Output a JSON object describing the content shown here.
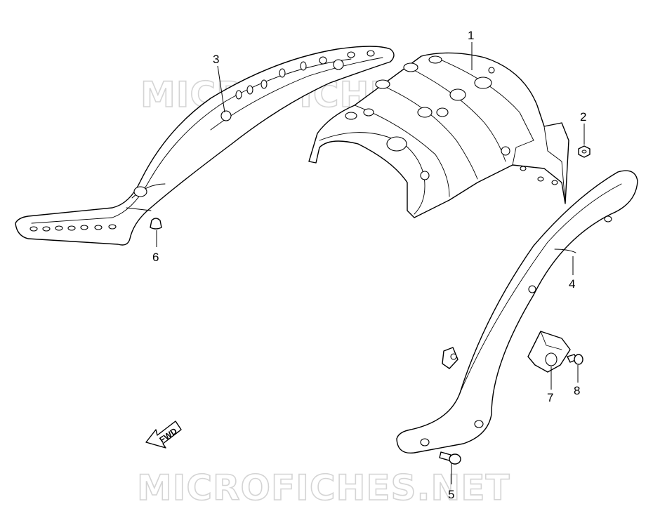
{
  "watermarks": [
    "MICROFICHES.NET",
    "MICROFICHES.NET"
  ],
  "callouts": [
    {
      "id": "1",
      "label": "1"
    },
    {
      "id": "2",
      "label": "2"
    },
    {
      "id": "3",
      "label": "3"
    },
    {
      "id": "4",
      "label": "4"
    },
    {
      "id": "5",
      "label": "5"
    },
    {
      "id": "6",
      "label": "6"
    },
    {
      "id": "7",
      "label": "7"
    },
    {
      "id": "8",
      "label": "8"
    }
  ],
  "direction_arrow": {
    "label": "FWD"
  },
  "colors": {
    "line": "#000000",
    "background": "#ffffff",
    "watermark": "#d4d4d4"
  }
}
